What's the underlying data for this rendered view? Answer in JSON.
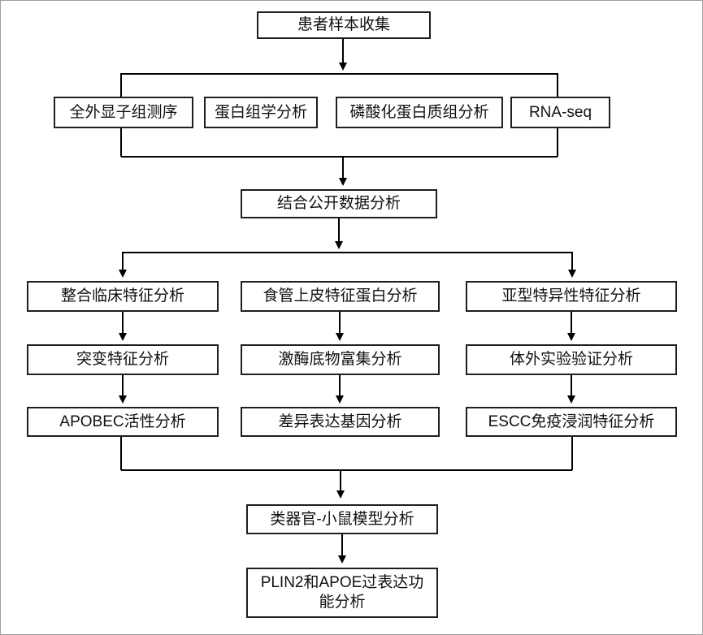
{
  "diagram": {
    "type": "flowchart",
    "background": "#ffffff",
    "box_border_color": "#1f1f1f",
    "connector_color": "#000000",
    "page_border_color": "#9e9e9e",
    "nodes": {
      "patient_sample": {
        "label": "患者样本收集"
      },
      "wes": {
        "label": "全外显子组测序"
      },
      "proteomics": {
        "label": "蛋白组学分析"
      },
      "phospho": {
        "label": "磷酸化蛋白质组分析"
      },
      "rnaseq": {
        "label": "RNA-seq"
      },
      "public_data": {
        "label": "结合公开数据分析"
      },
      "clinical": {
        "label": "整合临床特征分析"
      },
      "epithelial": {
        "label": "食管上皮特征蛋白分析"
      },
      "subtype": {
        "label": "亚型特异性特征分析"
      },
      "mutation": {
        "label": "突变特征分析"
      },
      "kinase": {
        "label": "激酶底物富集分析"
      },
      "invitro": {
        "label": "体外实验验证分析"
      },
      "apobec": {
        "label": "APOBEC活性分析"
      },
      "deg": {
        "label": "差异表达基因分析"
      },
      "escc_immune": {
        "label": "ESCC免疫浸润特征分析"
      },
      "organoid": {
        "label": "类器官-小鼠模型分析"
      },
      "plin2_apoe": {
        "label": "PLIN2和APOE过表达功能分析"
      }
    },
    "edges": [
      [
        "patient_sample",
        "wes"
      ],
      [
        "patient_sample",
        "proteomics"
      ],
      [
        "patient_sample",
        "phospho"
      ],
      [
        "patient_sample",
        "rnaseq"
      ],
      [
        "wes",
        "public_data"
      ],
      [
        "proteomics",
        "public_data"
      ],
      [
        "phospho",
        "public_data"
      ],
      [
        "rnaseq",
        "public_data"
      ],
      [
        "public_data",
        "clinical"
      ],
      [
        "public_data",
        "epithelial"
      ],
      [
        "public_data",
        "subtype"
      ],
      [
        "clinical",
        "mutation"
      ],
      [
        "mutation",
        "apobec"
      ],
      [
        "epithelial",
        "kinase"
      ],
      [
        "kinase",
        "deg"
      ],
      [
        "subtype",
        "invitro"
      ],
      [
        "invitro",
        "escc_immune"
      ],
      [
        "apobec",
        "organoid"
      ],
      [
        "deg",
        "organoid"
      ],
      [
        "escc_immune",
        "organoid"
      ],
      [
        "organoid",
        "plin2_apoe"
      ]
    ]
  }
}
